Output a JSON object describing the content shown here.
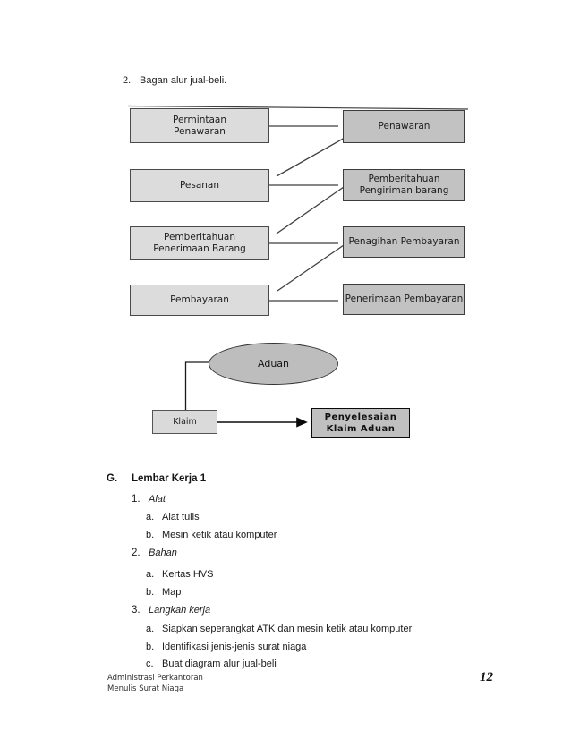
{
  "heading": {
    "number": "2.",
    "text": "Bagan alur jual-beli."
  },
  "diagram": {
    "colors": {
      "left_box_fill": "#dcdcdc",
      "right_box_fill": "#c2c2c2",
      "ellipse_fill": "#bdbdbd",
      "resolution_box_fill": "#c0c0c0",
      "line_color": "#3f3f3f"
    },
    "left_boxes": [
      {
        "lines": [
          "Permintaan",
          "Penawaran"
        ]
      },
      {
        "lines": [
          "Pesanan"
        ]
      },
      {
        "lines": [
          "Pemberitahuan",
          "Penerimaan Barang"
        ]
      },
      {
        "lines": [
          "Pembayaran"
        ]
      }
    ],
    "right_boxes": [
      {
        "lines": [
          "Penawaran"
        ]
      },
      {
        "lines": [
          "Pemberitahuan",
          "Pengiriman barang"
        ]
      },
      {
        "lines": [
          "Penagihan Pembayaran"
        ]
      },
      {
        "lines": [
          "Penerimaan Pembayaran"
        ]
      }
    ],
    "ellipse_label": "Aduan",
    "claim_label": "Klaim",
    "resolution_box": {
      "lines": [
        "Penyelesaian",
        "Klaim Aduan"
      ]
    }
  },
  "worksheet": {
    "letter": "G.",
    "title": "Lembar Kerja 1",
    "items": [
      {
        "number": "1.",
        "title": "Alat",
        "subitems": [
          {
            "letter": "a.",
            "text": "Alat tulis"
          },
          {
            "letter": "b.",
            "text": "Mesin ketik atau komputer"
          }
        ]
      },
      {
        "number": "2.",
        "title": "Bahan",
        "subitems": [
          {
            "letter": "a.",
            "text": "Kertas HVS"
          },
          {
            "letter": "b.",
            "text": "Map"
          }
        ]
      },
      {
        "number": "3.",
        "title": "Langkah kerja",
        "subitems": [
          {
            "letter": "a.",
            "text": "Siapkan seperangkat ATK dan mesin ketik atau komputer"
          },
          {
            "letter": "b.",
            "text": "Identifikasi jenis-jenis surat niaga"
          },
          {
            "letter": "c.",
            "text": "Buat diagram alur jual-beli"
          }
        ]
      }
    ]
  },
  "footer": {
    "line1": "Administrasi Perkantoran",
    "line2": "Menulis Surat Niaga",
    "page_number": "12"
  }
}
